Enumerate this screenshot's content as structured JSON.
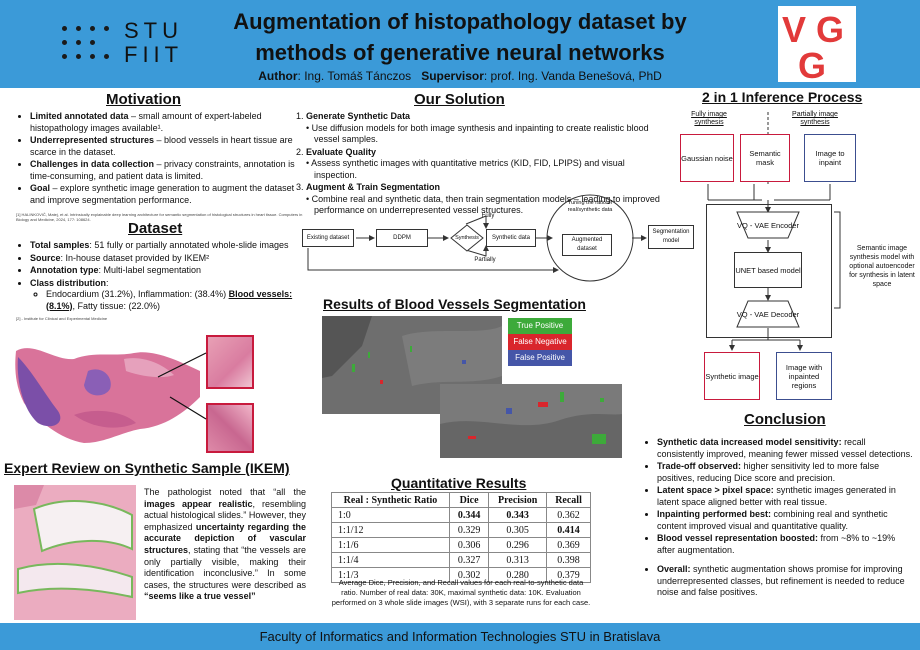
{
  "header": {
    "logo_stu": "STU",
    "logo_fiit": "FIIT",
    "title_line1": "Augmentation of histopathology dataset by",
    "title_line2": "methods of generative neural networks",
    "author_label": "Author",
    "author_name": ": Ing. Tomáš Tánczos",
    "supervisor_label": "Supervisor",
    "supervisor_name": ": prof. Ing. Vanda Benešová, PhD",
    "vgg_logo": "VGG"
  },
  "motivation": {
    "heading": "Motivation",
    "items": [
      {
        "bold": "Limited annotated data",
        "text": " – small amount of expert-labeled histopathology images available¹."
      },
      {
        "bold": "Underrepresented structures",
        "text": " – blood vessels in heart tissue are scarce in the dataset."
      },
      {
        "bold": "Challenges in data collection",
        "text": " – privacy constraints, annotation is time-consuming, and patient data is limited."
      },
      {
        "bold": "Goal",
        "text": " – explore synthetic image generation to augment the dataset and improve segmentation performance."
      }
    ],
    "ref": "[1] HALINKOVIČ, Matej, et al. Intrinsically explainable deep learning architecture for semantic segmentation of histological structures in heart tissue. Computers in Biology and Medicine, 2024, 177: 108624."
  },
  "dataset": {
    "heading": "Dataset",
    "items": [
      {
        "bold": "Total samples",
        "text": ": 51 fully or partially annotated whole-slide images"
      },
      {
        "bold": "Source",
        "text": ": In-house dataset provided by IKEM²"
      },
      {
        "bold": "Annotation type",
        "text": ": Multi-label segmentation"
      },
      {
        "bold": "Class distribution",
        "text": ":"
      }
    ],
    "sub_text1": "Endocardium (31.2%), Inflammation: (38.4%) ",
    "sub_bold": "Blood vessels: (8.1%)",
    "sub_text2": ", Fatty tissue: (22.0%)",
    "ref": "[2] - Institute for Clinical and Experimental Medicine"
  },
  "expert": {
    "heading": "Expert Review on Synthetic Sample (IKEM)",
    "t1": "The pathologist noted that “all the ",
    "b1": "images appear realistic",
    "t2": ", resembling actual histological slides.” However, they emphasized ",
    "b2": "uncertainty regarding the accurate depiction of vascular structures",
    "t3": ", stating that “the vessels are only partially visible, making their identification inconclusive.” In some cases, the structures were described as ",
    "b3": "“seems like a true vessel”"
  },
  "solution": {
    "heading": "Our Solution",
    "steps": [
      {
        "num": "1.",
        "title": "Generate Synthetic Data",
        "desc": "Use diffusion models for both image synthesis and inpainting to create realistic blood vessel samples."
      },
      {
        "num": "2.",
        "title": "Evaluate Quality",
        "desc": "Assess synthetic images with quantitative metrics (KID, FID, LPIPS) and visual inspection."
      },
      {
        "num": "3.",
        "title": "Augment & Train Segmentation",
        "desc": "Combine real and synthetic data, then train segmentation models – leading to improved performance on underrepresented vessel structures."
      }
    ],
    "diagram": {
      "existing": "Existing dataset",
      "ddpm": "DDPM",
      "synthesis": "Synthesis",
      "synthetic": "Synthetic data",
      "augmented": "Augmented dataset",
      "segmentation": "Segmentation model",
      "fully": "Fully",
      "partially": "Partially",
      "tuning": "Tuning the ratio of real/synthetic data"
    }
  },
  "segres": {
    "heading": "Results of Blood Vessels Segmentation",
    "legend": [
      {
        "label": "True Positive",
        "color": "#3daa3a"
      },
      {
        "label": "False Negative",
        "color": "#d9262c"
      },
      {
        "label": "False Positive",
        "color": "#4556a8"
      }
    ]
  },
  "quant": {
    "heading": "Quantitative Results",
    "columns": [
      "Real : Synthetic Ratio",
      "Dice",
      "Precision",
      "Recall"
    ],
    "rows": [
      [
        "1:0",
        "0.344",
        "0.343",
        "0.362"
      ],
      [
        "1:1/12",
        "0.329",
        "0.305",
        "0.414"
      ],
      [
        "1:1/6",
        "0.306",
        "0.296",
        "0.369"
      ],
      [
        "1:1/4",
        "0.327",
        "0.313",
        "0.398"
      ],
      [
        "1:1/3",
        "0.302",
        "0.280",
        "0.379"
      ]
    ],
    "caption": "Average Dice, Precision, and Recall values for each real-to-synthetic data ratio. Number of real data: 30K, maximal synthetic data: 10K. Evaluation performed on 3 whole slide images (WSI), with 3 separate runs for each case."
  },
  "inference": {
    "heading": "2 in 1 Inference Process",
    "fully": "Fully image synthesis",
    "partially": "Partially image synthesis",
    "gaussian": "Gaussian noise",
    "semantic": "Semantic mask",
    "inpaint": "Image to inpaint",
    "encoder": "VQ - VAE Encoder",
    "unet": "UNET based model",
    "decoder": "VQ - VAE Decoder",
    "synthetic": "Synthetic image",
    "inpainted": "Image with inpainted regions",
    "side_note": "Semantic image synthesis model with optional autoencoder for synthesis in latent space"
  },
  "conclusion": {
    "heading": "Conclusion",
    "items": [
      {
        "bold": "Synthetic data increased model sensitivity:",
        "text": " recall consistently improved, meaning fewer missed vessel detections."
      },
      {
        "bold": "Trade-off observed:",
        "text": " higher sensitivity led to more false positives, reducing Dice score and precision."
      },
      {
        "bold": "Latent space > pixel space:",
        "text": " synthetic images generated in latent space aligned better with real tissue."
      },
      {
        "bold": "Inpainting performed best:",
        "text": " combining real and synthetic content improved visual and quantitative quality."
      },
      {
        "bold": "Blood vessel representation boosted:",
        "text": " from ~8% to ~19% after augmentation."
      }
    ],
    "overall_bold": "Overall:",
    "overall_text": " synthetic augmentation shows promise for improving underrepresented classes, but refinement is needed to reduce noise and false positives."
  },
  "footer": {
    "text": "Faculty of Informatics and Information Technologies STU in Bratislava"
  }
}
